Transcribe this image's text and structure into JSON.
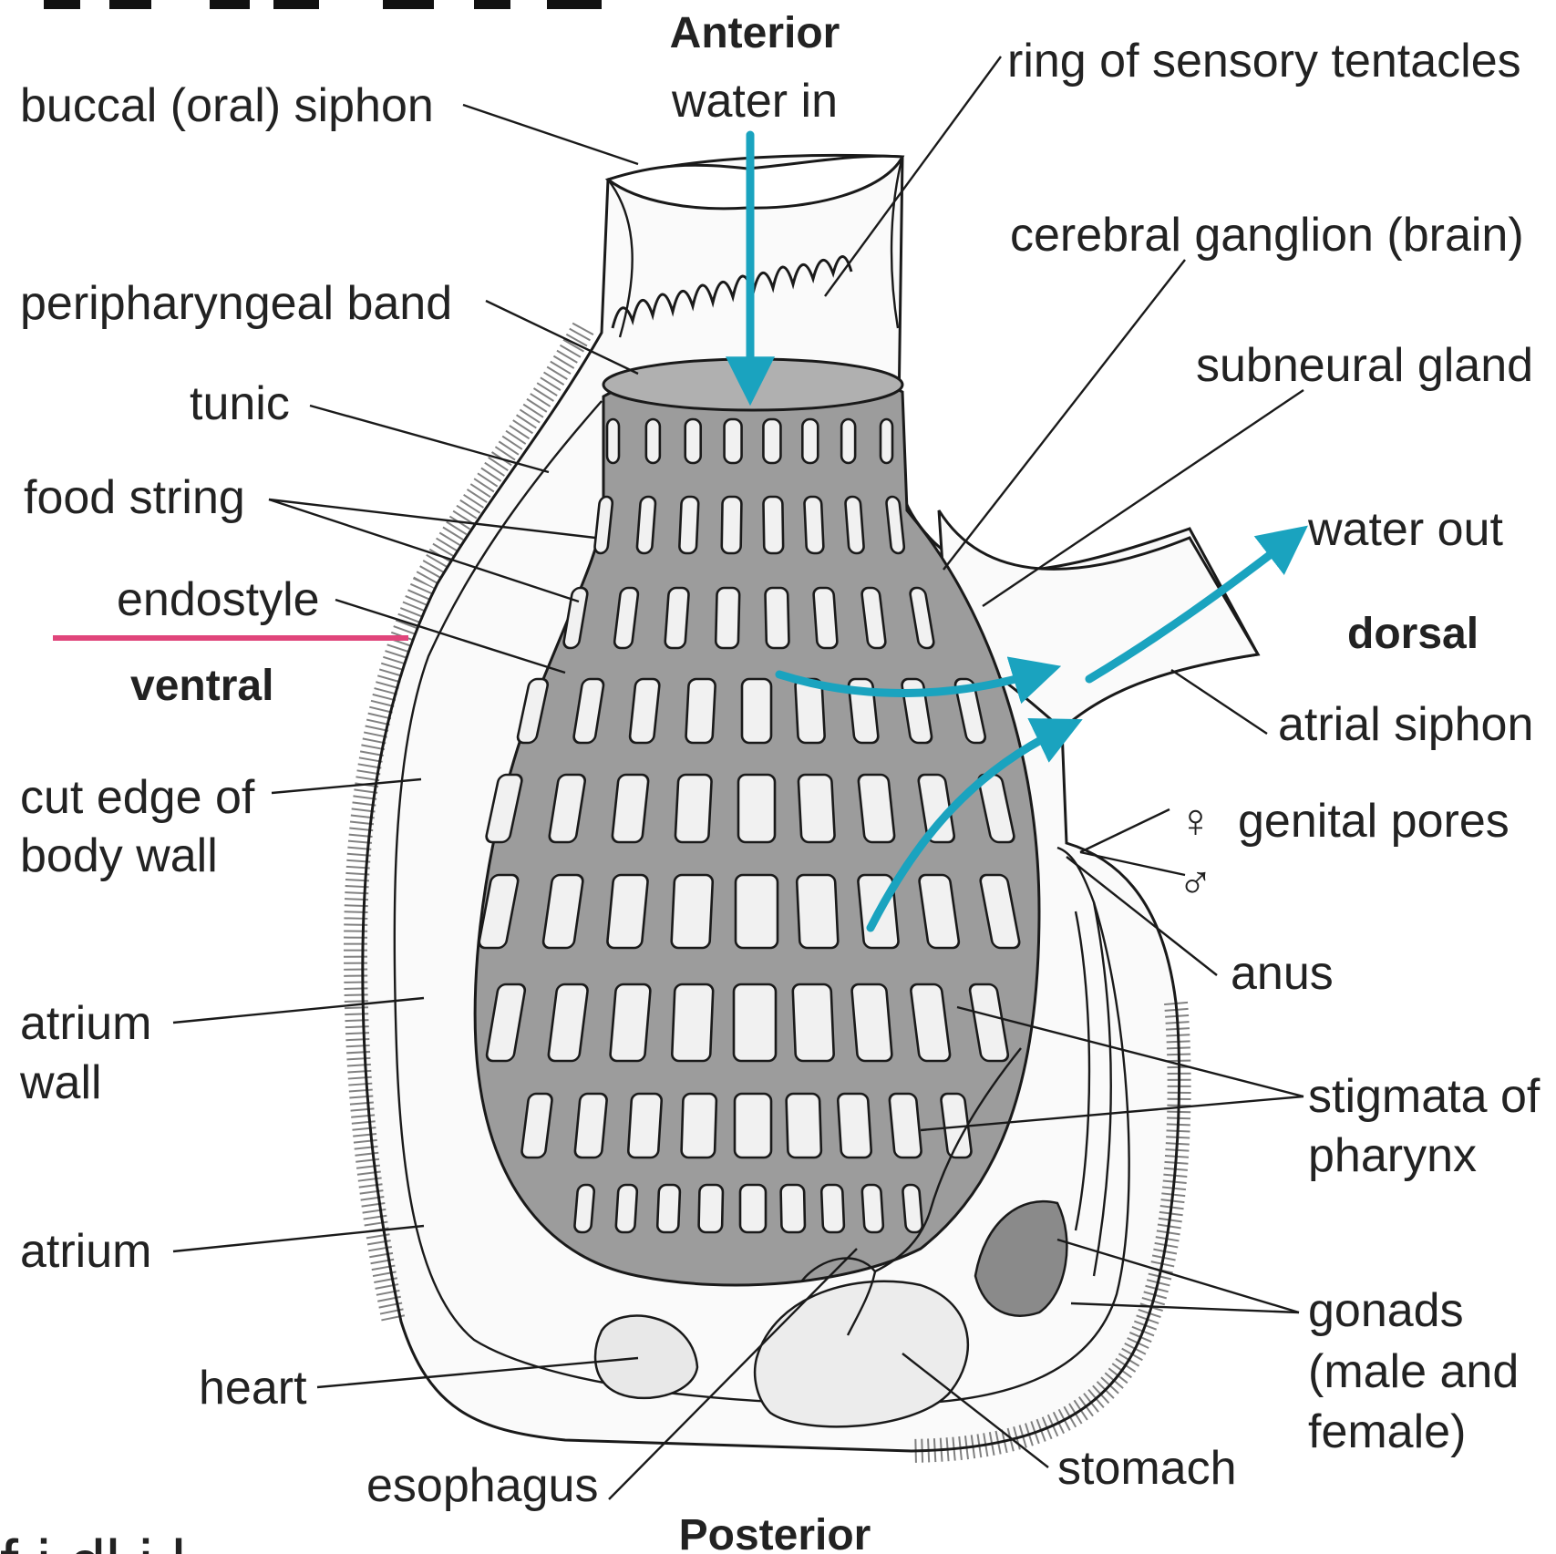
{
  "title_top": "Anterior",
  "title_bottom": "Posterior",
  "orientation": {
    "ventral": "ventral",
    "dorsal": "dorsal"
  },
  "flow": {
    "in": "water in",
    "out": "water out"
  },
  "labels": {
    "buccal_siphon": "buccal (oral) siphon",
    "ring_tentacles": "ring of sensory tentacles",
    "cerebral_ganglion": "cerebral ganglion (brain)",
    "peripharyngeal_band": "peripharyngeal band",
    "subneural_gland": "subneural gland",
    "tunic": "tunic",
    "food_string": "food string",
    "endostyle": "endostyle",
    "atrial_siphon": "atrial siphon",
    "cut_edge_1": "cut edge of",
    "cut_edge_2": "body wall",
    "genital_pores": "genital pores",
    "female_symbol": "♀",
    "male_symbol": "♂",
    "anus": "anus",
    "atrium_wall_1": "atrium",
    "atrium_wall_2": "wall",
    "stigmata_1": "stigmata of",
    "stigmata_2": "pharynx",
    "atrium": "atrium",
    "gonads_1": "gonads",
    "gonads_2": "(male and",
    "gonads_3": "female)",
    "heart": "heart",
    "stomach": "stomach",
    "esophagus": "esophagus"
  },
  "fragments": {
    "top_left": "",
    "bottom_left": "f i dl i l"
  },
  "colors": {
    "water_flow": "#1aa3bf",
    "highlight_underline": "#e0457b",
    "pharynx_fill": "#9c9c9c",
    "stigmata_fill": "#f1f1f1",
    "body_fill": "#fafafa"
  }
}
